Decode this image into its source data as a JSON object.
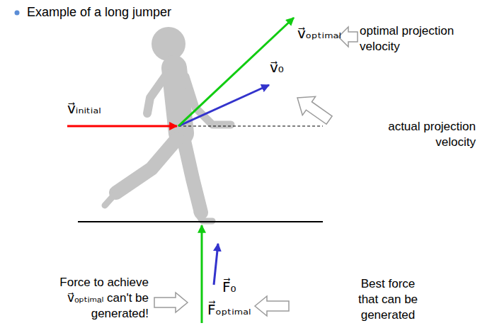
{
  "diagram": {
    "title": "Example of a long jumper",
    "labels": [
      "v⃗ₒₚₜᵢₘₐₗ",
      "optimal projection velocity",
      "v⃗₀",
      "v⃗ᵢₙᵢₜᵢₐₗ",
      "actual projection velocity",
      "Force to achieve v⃗ₒₚₜᵢₘₐₗ can't be generated!",
      "F⃗₀",
      "Best force that can be generated",
      "F⃗ₒₚₜᵢₘₐₗ"
    ]
  }
}
